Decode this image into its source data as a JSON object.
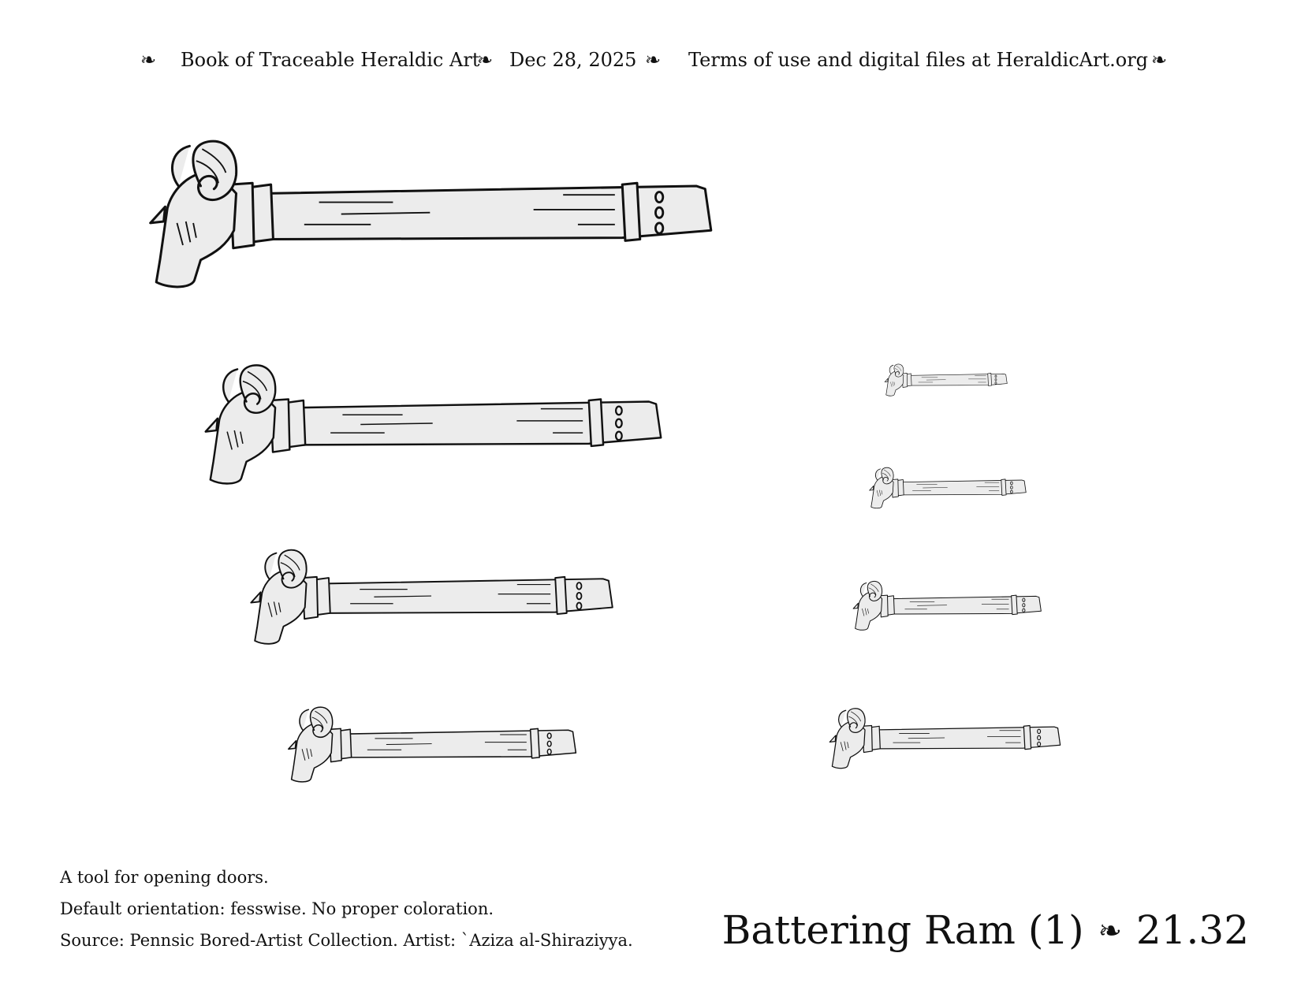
{
  "header": {
    "ornament": "❧",
    "book_title": "Book of Traceable Heraldic Art",
    "date": "Dec 28, 2025",
    "terms": "Terms of use and digital files at HeraldicArt.org"
  },
  "figure": {
    "subject": "battering-ram",
    "variants": [
      {
        "size": "large"
      },
      {
        "size": "large"
      },
      {
        "size": "medium"
      },
      {
        "size": "medium"
      },
      {
        "size": "small"
      },
      {
        "size": "small"
      },
      {
        "size": "small"
      },
      {
        "size": "small"
      }
    ]
  },
  "footer": {
    "description": "A tool for opening doors.",
    "orientation": "Default orientation: fesswise. No proper coloration.",
    "source": "Source: Pennsic Bored-Artist Collection. Artist: `Aziza al-Shiraziyya.",
    "plate_name": "Battering Ram (1)",
    "ornament": "❧",
    "plate_number": "21.32"
  },
  "colors": {
    "ink": "#111111",
    "fill": "#ececec",
    "background": "#ffffff"
  }
}
